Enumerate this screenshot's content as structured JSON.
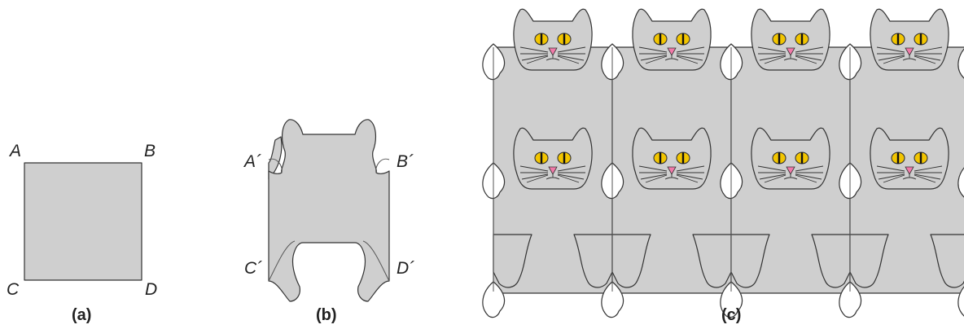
{
  "panels": {
    "a": {
      "caption": "(a)",
      "corners": {
        "tl": "A",
        "tr": "B",
        "bl": "C",
        "br": "D"
      }
    },
    "b": {
      "caption": "(b)",
      "corners": {
        "tl": "A´",
        "tr": "B´",
        "bl": "C´",
        "br": "D´"
      }
    },
    "c": {
      "caption": "(c)"
    }
  },
  "colors": {
    "tile_fill": "#cfcfcf",
    "outline": "#333333",
    "eye": "#f2c500",
    "nose": "#f07aa8"
  }
}
